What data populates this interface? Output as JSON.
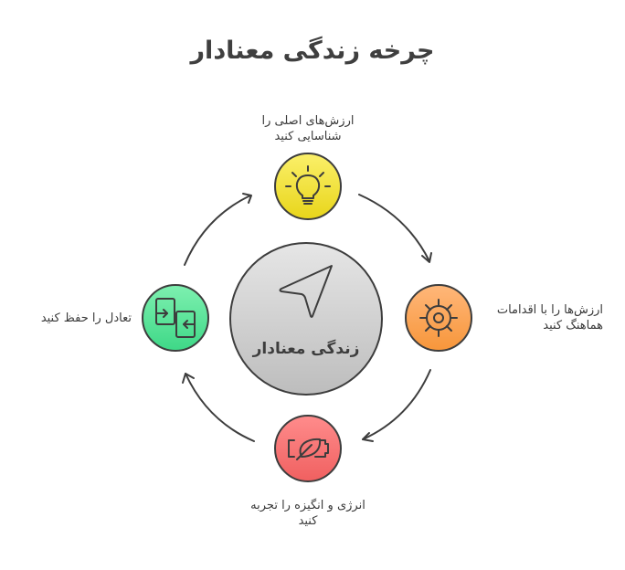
{
  "title": "چرخه زندگی معنادار",
  "center": {
    "label": "زندگی معنادار",
    "icon": "navigation-arrow-icon",
    "color_top": "#e6e6e6",
    "color_bottom": "#bdbdbd"
  },
  "nodes": [
    {
      "id": "identify-values",
      "position": "top",
      "label_lines": [
        "ارزش‌های اصلی را",
        "شناسایی کنید"
      ],
      "icon": "lightbulb-icon",
      "color_top": "#fbf06a",
      "color_bottom": "#e8d51a"
    },
    {
      "id": "align-values",
      "position": "right",
      "label_lines": [
        "ارزش‌ها را با اقدامات",
        "هماهنگ کنید"
      ],
      "icon": "gear-icon",
      "color_top": "#ffb77a",
      "color_bottom": "#f7963a"
    },
    {
      "id": "experience-energy",
      "position": "bottom",
      "label_lines": [
        "انرژی و انگیزه را تجربه",
        "کنید"
      ],
      "icon": "eco-battery-icon",
      "color_top": "#ff8c8c",
      "color_bottom": "#f06060"
    },
    {
      "id": "maintain-balance",
      "position": "left",
      "label_lines": [
        "تعادل را حفظ کنید"
      ],
      "icon": "swap-arrows-icon",
      "color_top": "#7ef0b0",
      "color_bottom": "#3ed887"
    }
  ],
  "cycle_direction": "clockwise",
  "stroke_color": "#3d3d3d"
}
